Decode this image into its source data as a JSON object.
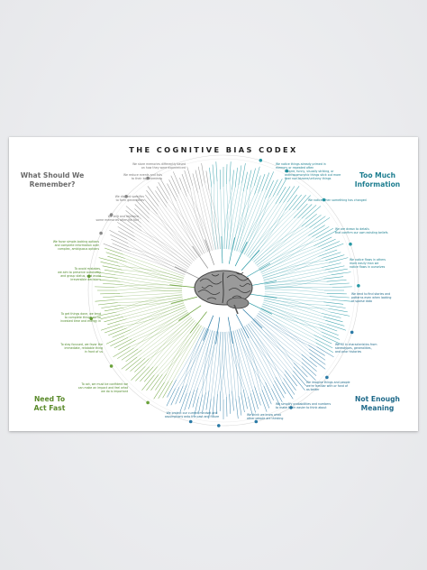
{
  "title": "THE COGNITIVE BIAS CODEX",
  "quadrants": {
    "remember": "What Should We\nRemember?",
    "too_much": "Too Much\nInformation",
    "act_fast": "Need To\nAct Fast",
    "meaning": "Not Enough\nMeaning"
  },
  "colors": {
    "remember": "#8a8a8a",
    "too_much": "#2a9aa6",
    "act_fast": "#6aa23a",
    "meaning": "#2a7aa6"
  },
  "categories": {
    "remember": [
      "We store memories differently based\non how they were experienced",
      "We reduce events and lists\nto their key elements",
      "We discard specifics\nto form generalities",
      "We edit and reinforce\nsome memories after the fact"
    ],
    "too_much": [
      "We notice things already primed in\nmemory or repeated often",
      "Bizarre, funny, visually striking, or\nanthropomorphic things stick out more\nthan non-bizarre/unfunny things",
      "We notice when something has changed",
      "We are drawn to details\nthat confirm our own existing beliefs",
      "We notice flaws in others\nmore easily than we\nnotice flaws in ourselves"
    ],
    "act_fast": [
      "We favor simple-looking options\nand complete information over\ncomplex, ambiguous options",
      "To avoid mistakes,\nwe aim to preserve autonomy\nand group status, and avoid\nirreversible decisions",
      "To get things done, we tend\nto complete things we've\ninvested time and energy in",
      "To stay focused, we favor the\nimmediate, relatable thing\nin front of us",
      "To act, we must be confident we\ncan make an impact and feel what\nwe do is important"
    ],
    "meaning": [
      "We tend to find stories and\npatterns even when looking\nat sparse data",
      "We fill in characteristics from\nstereotypes, generalities,\nand prior histories",
      "We imagine things and people\nwe're familiar with or fond of\nas better",
      "We simplify probabilities and numbers\nto make them easier to think about",
      "We think we know what\nother people are thinking",
      "We project our current mindset and\nassumptions onto the past and future"
    ]
  }
}
